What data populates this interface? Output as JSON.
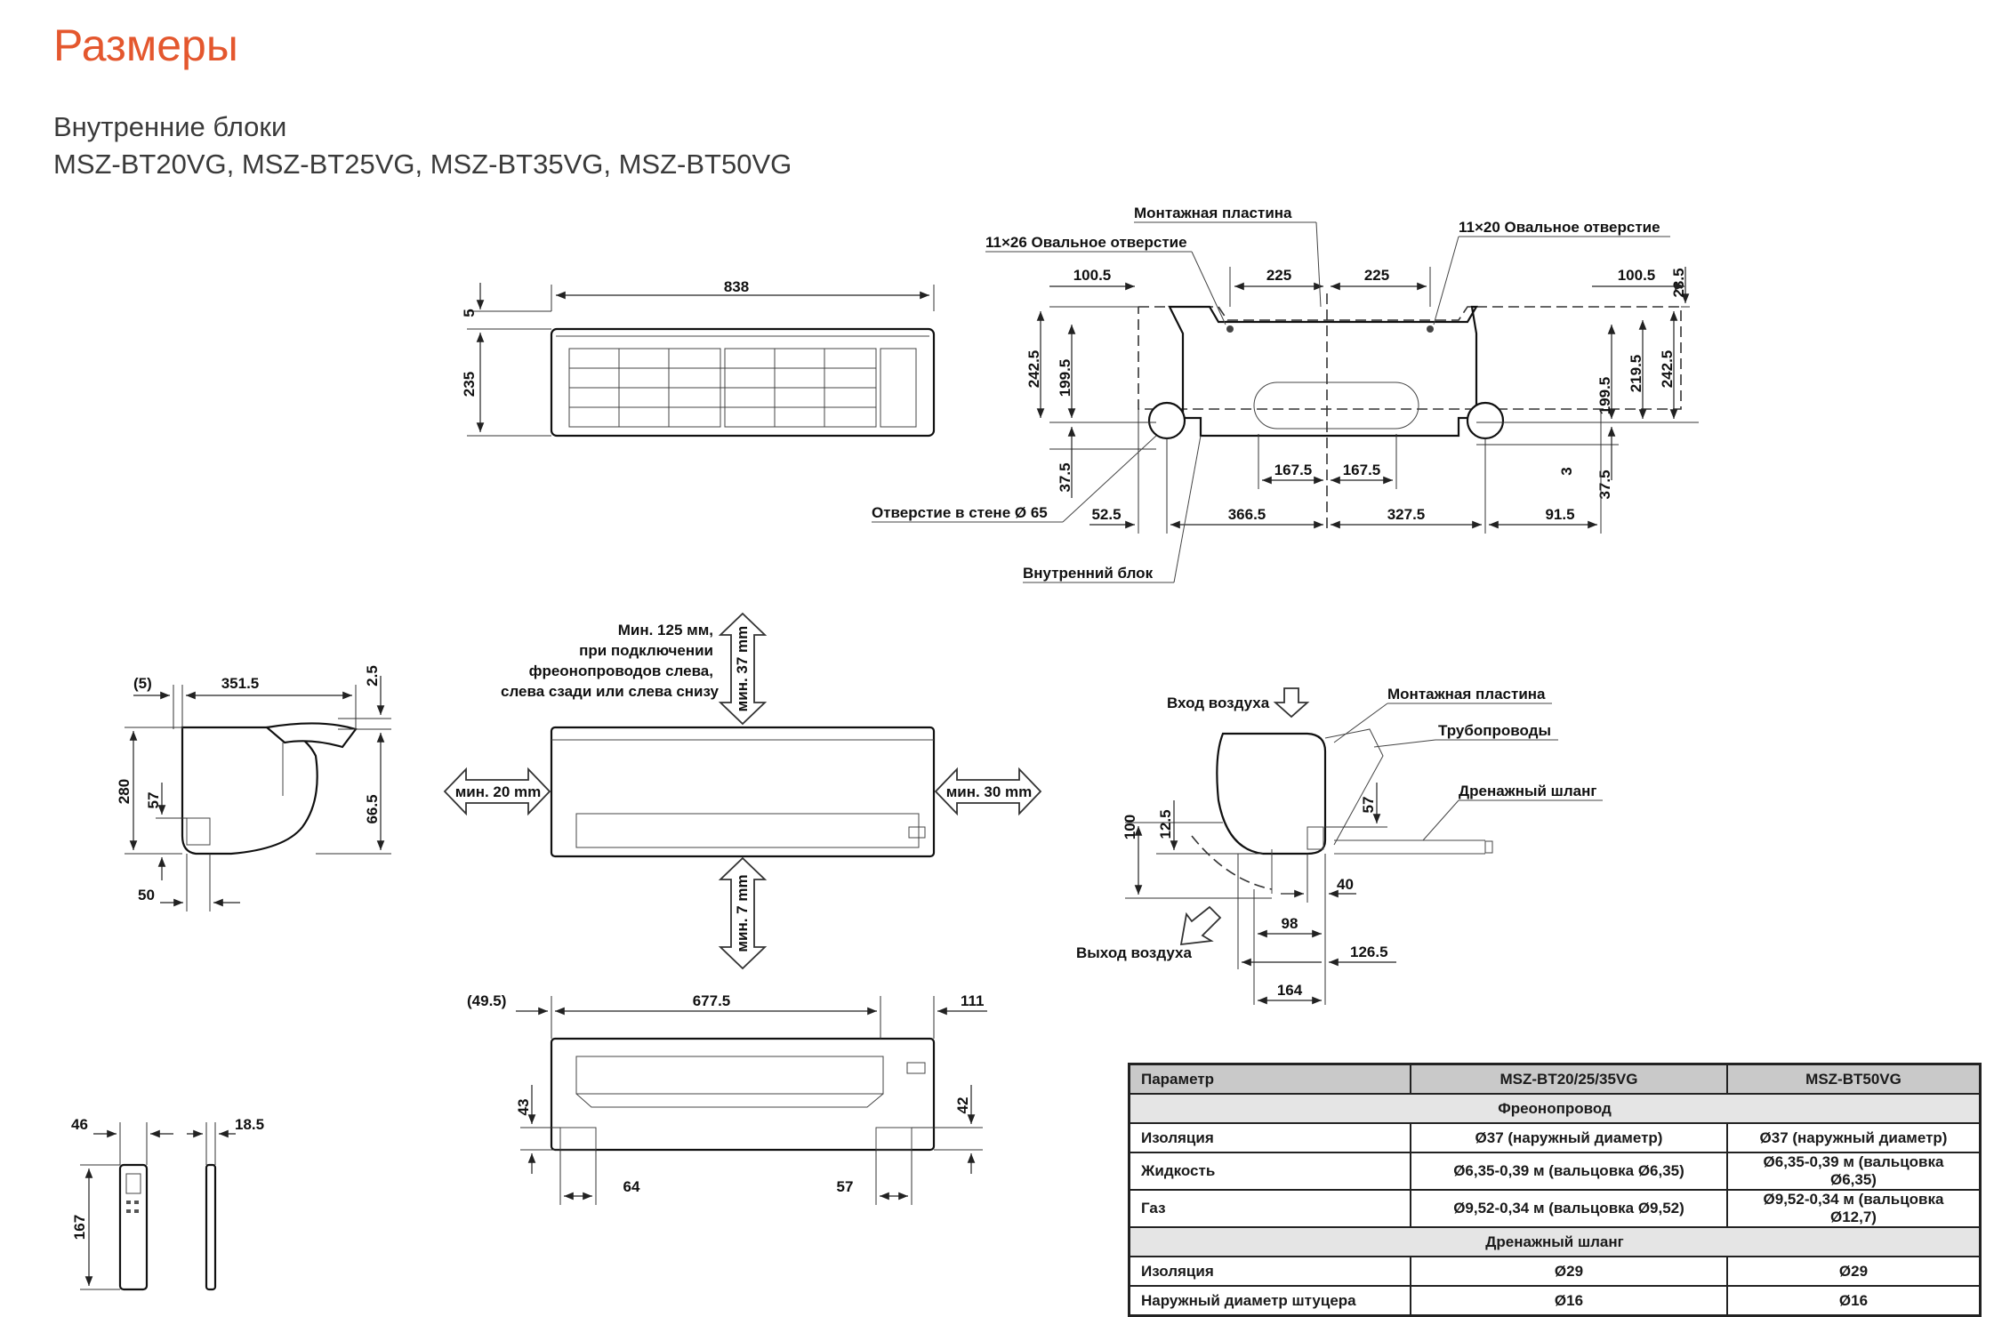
{
  "title": "Размеры",
  "subtitle": {
    "line1": "Внутренние блоки",
    "line2": "MSZ-BT20VG, MSZ-BT25VG, MSZ-BT35VG, MSZ-BT50VG"
  },
  "top_view": {
    "width": "838",
    "depth": "5",
    "height": "235"
  },
  "plate": {
    "plate_label": "Монтажная пластина",
    "oval_left": "11×26 Овальное отверстие",
    "oval_right": "11×20 Овальное отверстие",
    "wall_hole": "Отверстие в стене Ø 65",
    "indoor_unit": "Внутренний блок",
    "d_100_5_left": "100.5",
    "d_225_left": "225",
    "d_225_right": "225",
    "d_100_5_right": "100.5",
    "d_23_5": "23.5",
    "d_242_5_left": "242.5",
    "d_199_5_left": "199.5",
    "d_199_5_right": "199.5",
    "d_219_5": "219.5",
    "d_242_5_right": "242.5",
    "d_167_5_left": "167.5",
    "d_167_5_right": "167.5",
    "d_37_5_left": "37.5",
    "d_3": "3",
    "d_37_5_right": "37.5",
    "d_52_5": "52.5",
    "d_366_5": "366.5",
    "d_327_5": "327.5",
    "d_91_5": "91.5"
  },
  "side_left": {
    "d_5": "(5)",
    "d_351_5": "351.5",
    "d_2_5": "2.5",
    "d_280": "280",
    "d_57": "57",
    "d_66_5": "66.5",
    "d_50": "50"
  },
  "clearance": {
    "note_line1": "Мин. 125 мм,",
    "note_line2": "при подключении",
    "note_line3": "фреонопроводов слева,",
    "note_line4": "слева сзади или слева снизу",
    "top": "мин. 37 mm",
    "left": "мин. 20 mm",
    "right": "мин. 30 mm",
    "bottom": "мин. 7 mm"
  },
  "side_right": {
    "air_in": "Вход воздуха",
    "plate": "Монтажная пластина",
    "pipes": "Трубопроводы",
    "drain": "Дренажный шланг",
    "air_out": "Выход воздуха",
    "d_100": "100",
    "d_12_5": "12.5",
    "d_57": "57",
    "d_40": "40",
    "d_98": "98",
    "d_126_5": "126.5",
    "d_164": "164"
  },
  "bottom_view": {
    "d_49_5": "(49.5)",
    "d_677_5": "677.5",
    "d_111": "111",
    "d_43": "43",
    "d_42": "42",
    "d_64": "64",
    "d_57": "57"
  },
  "remote": {
    "d_46": "46",
    "d_18_5": "18.5",
    "d_167": "167"
  },
  "table": {
    "headers": [
      "Параметр",
      "MSZ-BT20/25/35VG",
      "MSZ-BT50VG"
    ],
    "section1": "Фреонопровод",
    "rows1": [
      [
        "Изоляция",
        "Ø37 (наружный диаметр)",
        "Ø37 (наружный диаметр)"
      ],
      [
        "Жидкость",
        "Ø6,35-0,39 м (вальцовка Ø6,35)",
        "Ø6,35-0,39 м (вальцовка Ø6,35)"
      ],
      [
        "Газ",
        "Ø9,52-0,34 м (вальцовка Ø9,52)",
        "Ø9,52-0,34 м (вальцовка Ø12,7)"
      ]
    ],
    "section2": "Дренажный шланг",
    "rows2": [
      [
        "Изоляция",
        "Ø29",
        "Ø29"
      ],
      [
        "Наружный диаметр штуцера",
        "Ø16",
        "Ø16"
      ]
    ]
  }
}
